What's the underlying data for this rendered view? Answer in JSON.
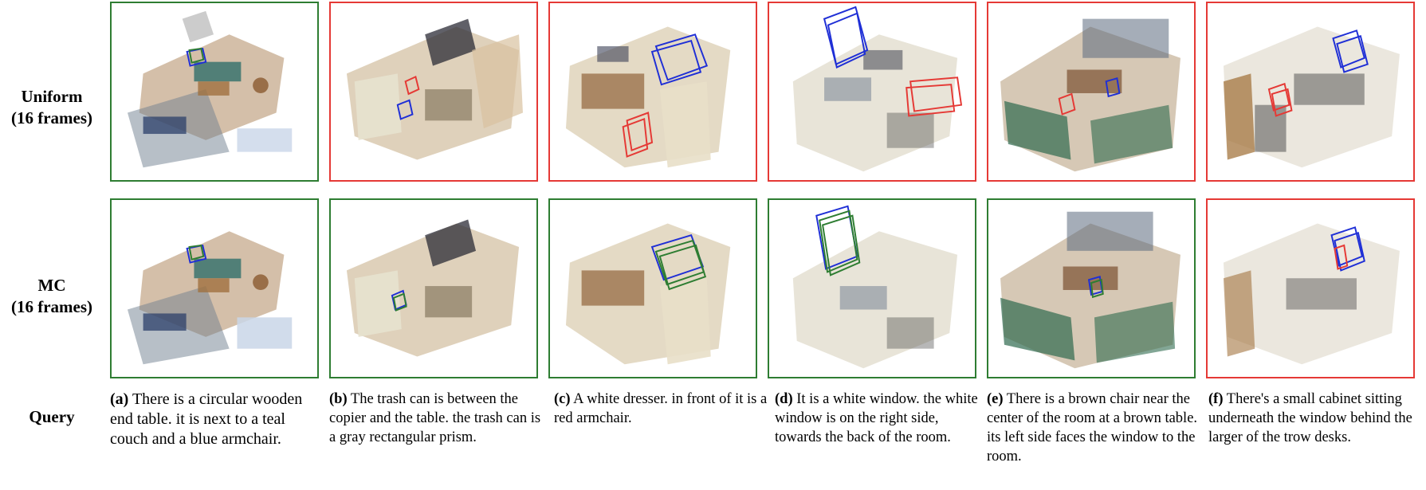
{
  "rows": [
    {
      "label_line1": "Uniform",
      "label_line2": "(16 frames)"
    },
    {
      "label_line1": "MC",
      "label_line2": "(16 frames)"
    }
  ],
  "query_label": "Query",
  "queries": [
    {
      "tag": "(a)",
      "text": "There is a circular wooden end table. it is next to a teal couch and a blue armchair."
    },
    {
      "tag": "(b)",
      "text": "The trash can is between the copier and the table. the trash can is a gray rectangular prism."
    },
    {
      "tag": "(c)",
      "text": "A white dresser. in front of it is a red armchair."
    },
    {
      "tag": "(d)",
      "text": "It is a white window. the white window is on the right side, towards the back of the room."
    },
    {
      "tag": "(e)",
      "text": "There is a brown chair near the center of the room at a brown table. its left side faces the window to the room."
    },
    {
      "tag": "(f)",
      "text": "There's a small cabinet sitting underneath the window behind the larger of the trow desks."
    }
  ],
  "panel_status": {
    "uniform": [
      "correct",
      "wrong",
      "wrong",
      "wrong",
      "wrong",
      "wrong"
    ],
    "mc": [
      "correct",
      "correct",
      "correct",
      "correct",
      "correct",
      "wrong"
    ]
  },
  "colors": {
    "correct_border": "#2e7d32",
    "wrong_border": "#e53935",
    "gt_box": "#1f2fd6",
    "pred_wrong_box": "#e53935",
    "pred_correct_box": "#2e7d32"
  }
}
